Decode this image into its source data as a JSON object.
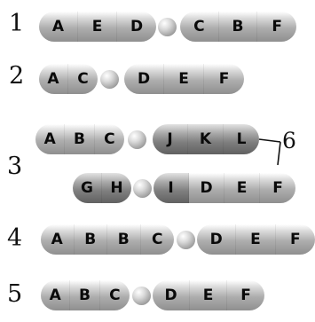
{
  "rows": [
    {
      "label": "1",
      "arms": [
        [
          "A",
          "E",
          "D"
        ],
        [
          "C",
          "B",
          "F"
        ]
      ],
      "dark": [
        [
          false,
          false,
          false
        ],
        [
          false,
          false,
          false
        ]
      ]
    },
    {
      "label": "2",
      "arms": [
        [
          "A",
          "C"
        ],
        [
          "D",
          "E",
          "F"
        ]
      ],
      "dark": [
        [
          false,
          false
        ],
        [
          false,
          false,
          false
        ]
      ]
    },
    {
      "label": "",
      "arms": [
        [
          "A",
          "B",
          "C"
        ],
        [
          "J",
          "K",
          "L"
        ]
      ],
      "dark": [
        [
          false,
          false,
          false
        ],
        [
          true,
          true,
          true
        ]
      ]
    },
    {
      "label": "3",
      "arms": [],
      "dark": []
    },
    {
      "label": "",
      "arms": [
        [
          "G",
          "H"
        ],
        [
          "I",
          "D",
          "E",
          "F"
        ]
      ],
      "dark": [
        [
          true,
          true
        ],
        [
          true,
          false,
          false,
          false
        ]
      ]
    },
    {
      "label": "4",
      "arms": [
        [
          "A",
          "B",
          "B",
          "C"
        ],
        [
          "D",
          "E",
          "F"
        ]
      ],
      "dark": [
        [
          false,
          false,
          false,
          false
        ],
        [
          false,
          false,
          false
        ]
      ]
    },
    {
      "label": "5",
      "arms": [
        [
          "A",
          "B",
          "C"
        ],
        [
          "D",
          "E",
          "F"
        ]
      ],
      "dark": [
        [
          false,
          false,
          false
        ],
        [
          false,
          false,
          false
        ]
      ]
    }
  ],
  "bracket_label": "6"
}
